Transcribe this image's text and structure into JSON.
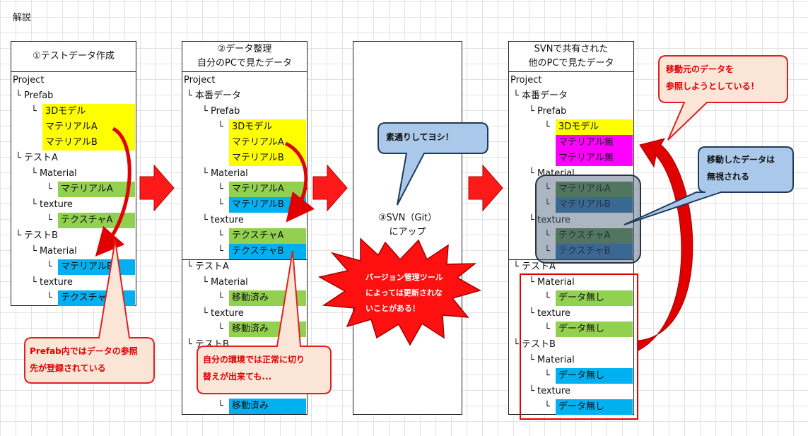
{
  "page_title": "解説",
  "columns": {
    "c1": {
      "title": "①テストデータ作成"
    },
    "c2": {
      "title1": "②データ整理",
      "title2": "自分のPCで見たデータ"
    },
    "c3": {
      "label1": "③SVN（Git）",
      "label2": "にアップ"
    },
    "c4": {
      "title1": "SVNで共有された",
      "title2": "他のPCで見たデータ"
    }
  },
  "tree1": {
    "project": "Project",
    "prefab": "Prefab",
    "model": "3Dモデル",
    "matA": "マテリアルA",
    "matB": "マテリアルB",
    "testA": "テストA",
    "materialA": "Material",
    "matA2": "マテリアルA",
    "textureA": "texture",
    "texA": "テクスチャA",
    "testB": "テストB",
    "materialB": "Material",
    "matB2": "マテリアルB",
    "textureB": "texture",
    "texB": "テクスチャB"
  },
  "tree2": {
    "project": "Project",
    "main": "本番データ",
    "prefab": "Prefab",
    "model": "3Dモデル",
    "matA": "マテリアルA",
    "matB": "マテリアルB",
    "material": "Material",
    "matA2": "マテリアルA",
    "matB2": "マテリアルB",
    "texture": "texture",
    "texA": "テクスチャA",
    "texB": "テクスチャB",
    "testA": "テストA",
    "materialA": "Material",
    "movedA1": "移動済み",
    "textureA": "texture",
    "movedA2": "移動済み",
    "testB": "テストB",
    "movedB": "移動済み"
  },
  "tree4": {
    "project": "Project",
    "main": "本番データ",
    "prefab": "Prefab",
    "model": "3Dモデル",
    "matNoneA": "マテリアル無",
    "matNoneB": "マテリアル無",
    "material": "Material",
    "matA": "マテリアルA",
    "matB": "マテリアルB",
    "texture": "texture",
    "texA": "テクスチャA",
    "texB": "テクスチャB",
    "testA": "テストA",
    "materialA": "Material",
    "noneA1": "データ無し",
    "textureA": "texture",
    "noneA2": "データ無し",
    "testB": "テストB",
    "materialB": "Material",
    "noneB1": "データ無し",
    "textureB": "texture",
    "noneB2": "データ無し"
  },
  "callouts": {
    "prefab_ref": [
      "Prefab内ではデータの参照",
      "先が登録されている"
    ],
    "local_ok": [
      "自分の環境では正常に切り",
      "替えが出来ても..."
    ],
    "pass": "素通りしてヨシ！",
    "vcs_warn": [
      "バージョン管理ツール",
      "によっては更新されな",
      "いことがある！"
    ],
    "moved_ignored": [
      "移動したデータは",
      "無視される"
    ],
    "ref_old": [
      "移動元のデータを",
      "参照しようとしている！"
    ]
  },
  "colors": {
    "yellow": "#ffff00",
    "green": "#92d050",
    "blue": "#00b0f0",
    "magenta": "#ff00ff",
    "red": "#ff0000",
    "callout_fill": "#fbe5d6",
    "callout_border": "#e02020",
    "light_blue": "#a9c8ea"
  }
}
